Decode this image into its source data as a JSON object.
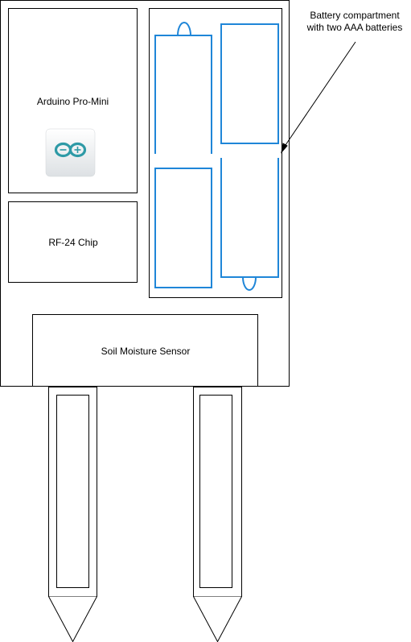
{
  "labels": {
    "arduino": "Arduino Pro-Mini",
    "rf_chip": "RF-24 Chip",
    "soil_sensor": "Soil Moisture Sensor",
    "battery_line1": "Battery compartment",
    "battery_line2": "with two AAA batteries"
  },
  "colors": {
    "outline": "#000000",
    "battery": "#1f86d8",
    "logo_teal": "#2e9aa6",
    "logo_bg": "#e6e9eb"
  },
  "icons": {
    "arduino_logo": "arduino-infinity-logo"
  }
}
